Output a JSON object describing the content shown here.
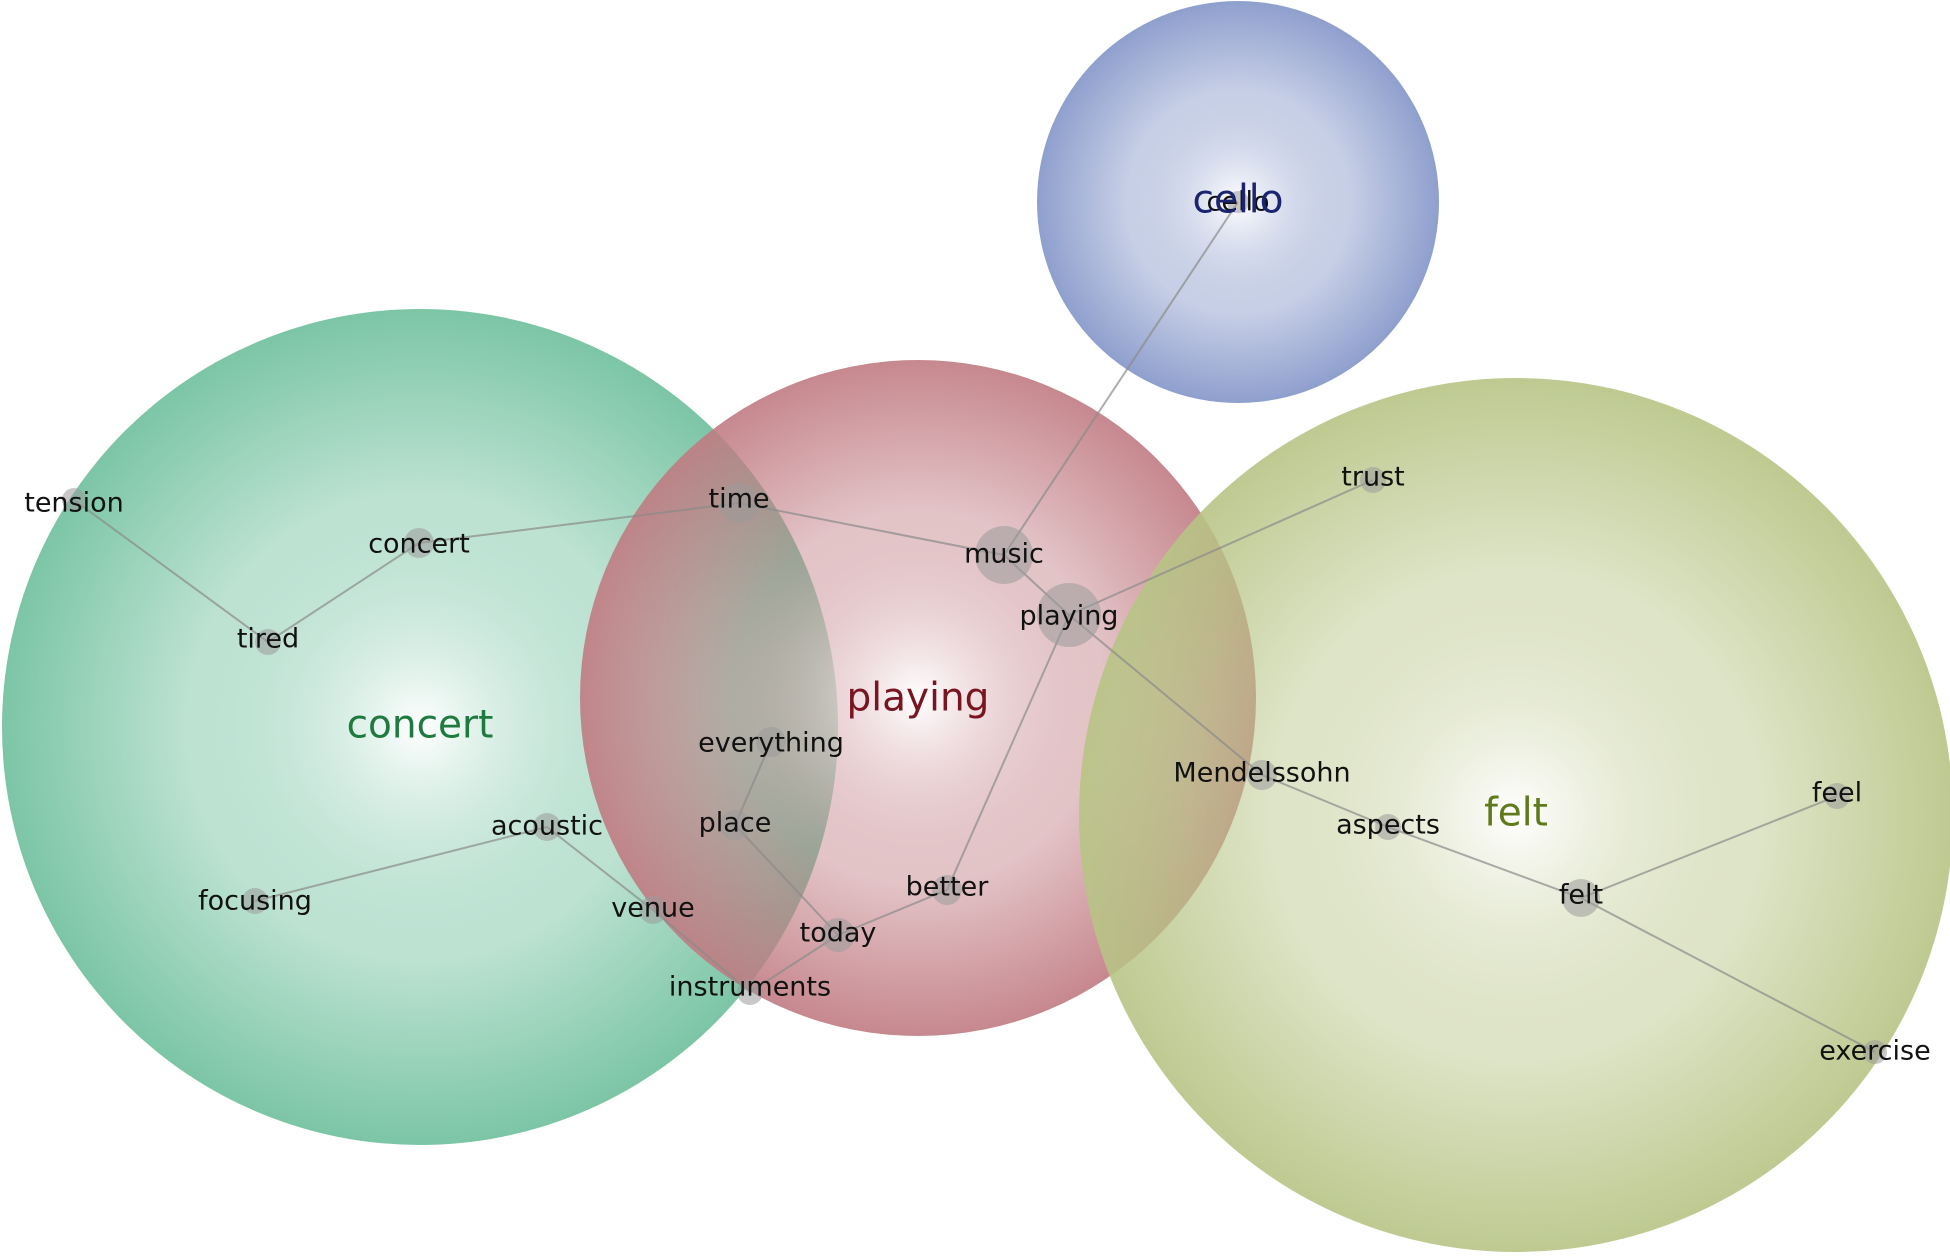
{
  "themes": [
    {
      "id": "concert",
      "label": "concert",
      "color": "#6dbf9c",
      "label_color": "#1e7a3e"
    },
    {
      "id": "playing",
      "label": "playing",
      "color": "#c07b82",
      "label_color": "#7a1420"
    },
    {
      "id": "cello",
      "label": "cello",
      "color": "#8395c8",
      "label_color": "#1a2470"
    },
    {
      "id": "felt",
      "label": "felt",
      "color": "#b7c485",
      "label_color": "#5f7a1a"
    }
  ],
  "concepts": [
    {
      "id": "tension",
      "label": "tension"
    },
    {
      "id": "concert",
      "label": "concert"
    },
    {
      "id": "tired",
      "label": "tired"
    },
    {
      "id": "time",
      "label": "time"
    },
    {
      "id": "music",
      "label": "music"
    },
    {
      "id": "playing",
      "label": "playing"
    },
    {
      "id": "cello",
      "label": "cello"
    },
    {
      "id": "trust",
      "label": "trust"
    },
    {
      "id": "everything",
      "label": "everything"
    },
    {
      "id": "place",
      "label": "place"
    },
    {
      "id": "acoustic",
      "label": "acoustic"
    },
    {
      "id": "focusing",
      "label": "focusing"
    },
    {
      "id": "venue",
      "label": "venue"
    },
    {
      "id": "today",
      "label": "today"
    },
    {
      "id": "better",
      "label": "better"
    },
    {
      "id": "instruments",
      "label": "instruments"
    },
    {
      "id": "mendelssohn",
      "label": "Mendelssohn"
    },
    {
      "id": "aspects",
      "label": "aspects"
    },
    {
      "id": "felt",
      "label": "felt"
    },
    {
      "id": "feel",
      "label": "feel"
    },
    {
      "id": "exercise",
      "label": "exercise"
    }
  ],
  "links": [
    [
      "tension",
      "tired"
    ],
    [
      "tired",
      "concert"
    ],
    [
      "concert",
      "time"
    ],
    [
      "time",
      "music"
    ],
    [
      "music",
      "cello"
    ],
    [
      "music",
      "playing"
    ],
    [
      "playing",
      "trust"
    ],
    [
      "playing",
      "mendelssohn"
    ],
    [
      "playing",
      "better"
    ],
    [
      "mendelssohn",
      "aspects"
    ],
    [
      "aspects",
      "felt"
    ],
    [
      "felt",
      "feel"
    ],
    [
      "felt",
      "exercise"
    ],
    [
      "everything",
      "place"
    ],
    [
      "place",
      "today"
    ],
    [
      "today",
      "better"
    ],
    [
      "acoustic",
      "focusing"
    ],
    [
      "acoustic",
      "venue"
    ],
    [
      "venue",
      "instruments"
    ],
    [
      "instruments",
      "today"
    ]
  ]
}
